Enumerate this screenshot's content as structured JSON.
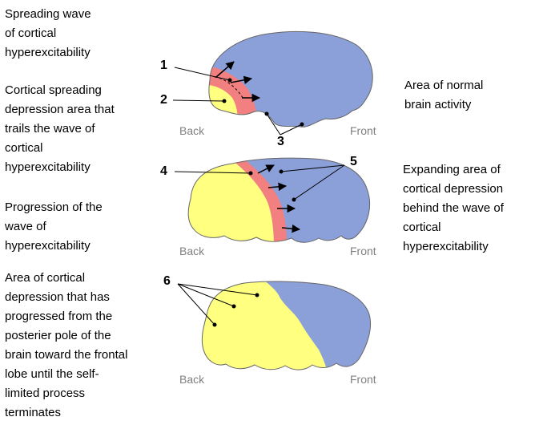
{
  "labels": {
    "spreading_wave": [
      "Spreading wave",
      "of cortical",
      "hyperexcitability"
    ],
    "csd_area": [
      "Cortical spreading",
      "depression area that",
      "trails the wave of",
      "cortical",
      "hyperexcitability"
    ],
    "progression": [
      "Progression of the",
      "wave of",
      "hyperexcitability"
    ],
    "cortical_depression": [
      "Area of cortical",
      "depression that has",
      "progressed from the",
      "posterier pole of the",
      "brain toward the frontal",
      "lobe until the self-",
      "limited process",
      "terminates"
    ],
    "normal_activity": [
      "Area of normal",
      "brain activity"
    ],
    "expanding_area": [
      "Expanding area of",
      "cortical depression",
      "behind the wave of",
      "cortical",
      "hyperexcitability"
    ]
  },
  "directions": {
    "back": "Back",
    "front": "Front"
  },
  "callouts": {
    "n1": "1",
    "n2": "2",
    "n3": "3",
    "n4": "4",
    "n5": "5",
    "n6": "6"
  },
  "colors": {
    "normal": "#8b9fd8",
    "wave": "#f28080",
    "depression": "#ffff80",
    "outline": "#555555"
  }
}
